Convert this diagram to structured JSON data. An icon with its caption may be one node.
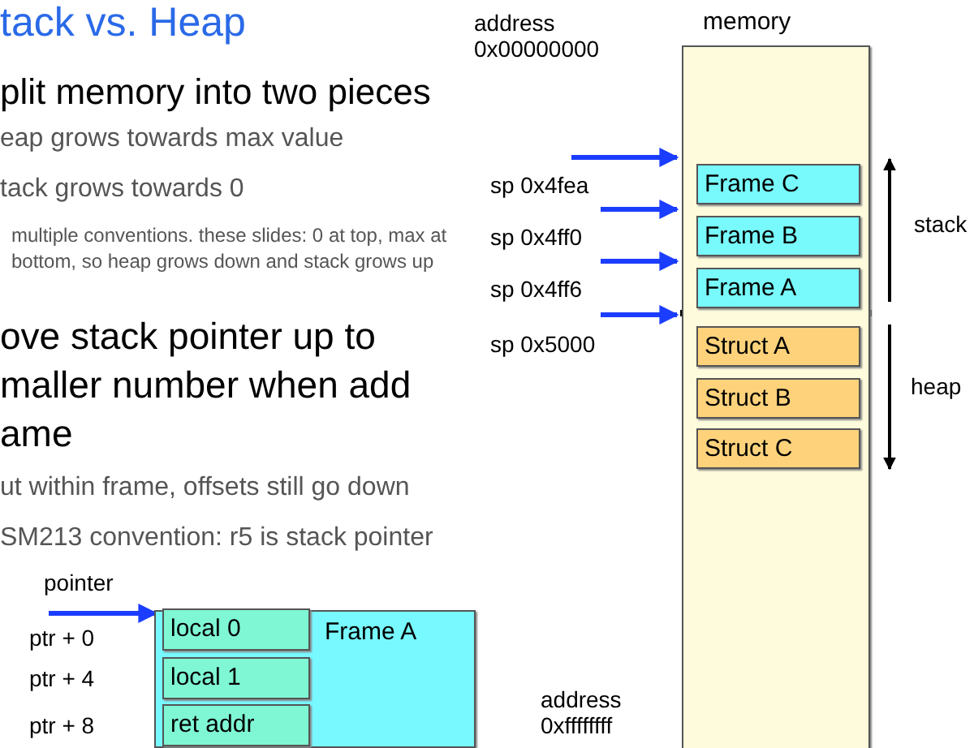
{
  "diagram": {
    "title": "tack vs. Heap",
    "nodes": [
      {
        "text": [
          "memory"
        ]
      },
      {
        "text": [
          "Frame C"
        ],
        "in": 0
      },
      {
        "text": [
          "Frame B"
        ],
        "in": 0
      },
      {
        "text": [
          "Frame A"
        ],
        "in": 0
      },
      {
        "text": [
          "Struct A"
        ],
        "in": 0
      },
      {
        "text": [
          "Struct B"
        ],
        "in": 0
      },
      {
        "text": [
          "Struct C"
        ],
        "in": 0
      },
      {
        "text": [
          "Frame A"
        ]
      },
      {
        "text": [
          "local 0"
        ],
        "in": 7
      },
      {
        "text": [
          "local 1"
        ],
        "in": 7
      },
      {
        "text": [
          "ret addr"
        ],
        "in": 7
      }
    ],
    "edges": [
      {
        "from": null,
        "to": 0,
        "arrow": "to"
      },
      {
        "from": null,
        "to": 0,
        "arrow": "to"
      },
      {
        "from": null,
        "to": 0,
        "arrow": "to"
      },
      {
        "from": null,
        "to": 0,
        "arrow": "to"
      },
      {
        "from": null,
        "to": 8,
        "arrow": "to"
      }
    ],
    "labels": [
      "address 0x00000000",
      "plit memory into two pieces",
      "eap grows towards max value",
      "tack grows towards 0",
      "multiple conventions. these slides: 0 at top, max at bottom, so heap grows down and stack grows up",
      "sp 0x4fea",
      "stack",
      "sp 0x4ff0",
      "sp 0x4ff6",
      "ove stack pointer up to maller number when add ame",
      "sp 0x5000",
      "heap",
      "ut within frame, offsets still go down",
      "SM213 convention: r5 is stack pointer",
      "pointer",
      "ptr + 0",
      "ptr + 4",
      "ptr + 8",
      "address 0xffffffff"
    ]
  }
}
